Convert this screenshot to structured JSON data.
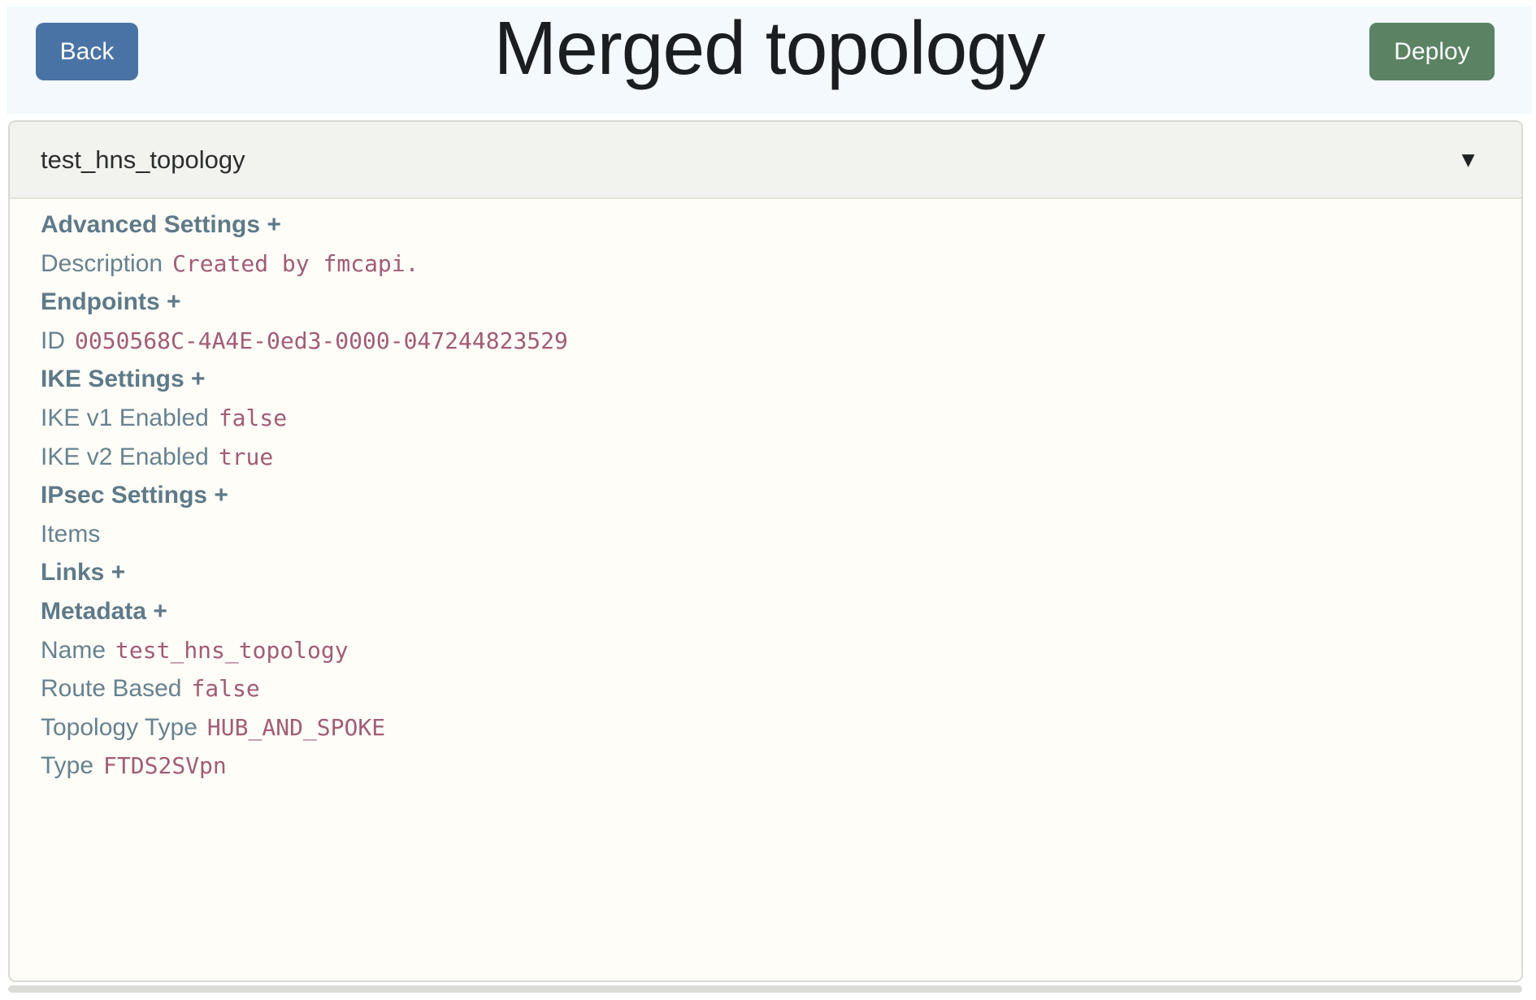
{
  "topbar": {
    "back_label": "Back",
    "title": "Merged topology",
    "deploy_label": "Deploy"
  },
  "accordion": {
    "title": "test_hns_topology",
    "collapse_icon": "▼",
    "rows": [
      {
        "type": "section",
        "label": "Advanced Settings +"
      },
      {
        "type": "field",
        "label": "Description",
        "value": "Created by fmcapi."
      },
      {
        "type": "section",
        "label": "Endpoints +"
      },
      {
        "type": "field",
        "label": "ID",
        "value": "0050568C-4A4E-0ed3-0000-047244823529"
      },
      {
        "type": "section",
        "label": "IKE Settings +"
      },
      {
        "type": "field",
        "label": "IKE v1 Enabled",
        "value": "false"
      },
      {
        "type": "field",
        "label": "IKE v2 Enabled",
        "value": "true"
      },
      {
        "type": "section",
        "label": "IPsec Settings +"
      },
      {
        "type": "field",
        "label": "Items",
        "value": ""
      },
      {
        "type": "section",
        "label": "Links +"
      },
      {
        "type": "section",
        "label": "Metadata +"
      },
      {
        "type": "field",
        "label": "Name",
        "value": "test_hns_topology"
      },
      {
        "type": "field",
        "label": "Route Based",
        "value": "false"
      },
      {
        "type": "field",
        "label": "Topology Type",
        "value": "HUB_AND_SPOKE"
      },
      {
        "type": "field",
        "label": "Type",
        "value": "FTDS2SVpn"
      }
    ]
  },
  "colors": {
    "topbar_background": "#f3f9fc",
    "back_button": "#4a73a5",
    "deploy_button": "#5b8363",
    "panel_header_background": "#f2f3ee",
    "panel_background": "#fffdf8",
    "section_text": "#5e7a89",
    "label_text": "#66828f",
    "value_text": "#a25c76"
  }
}
